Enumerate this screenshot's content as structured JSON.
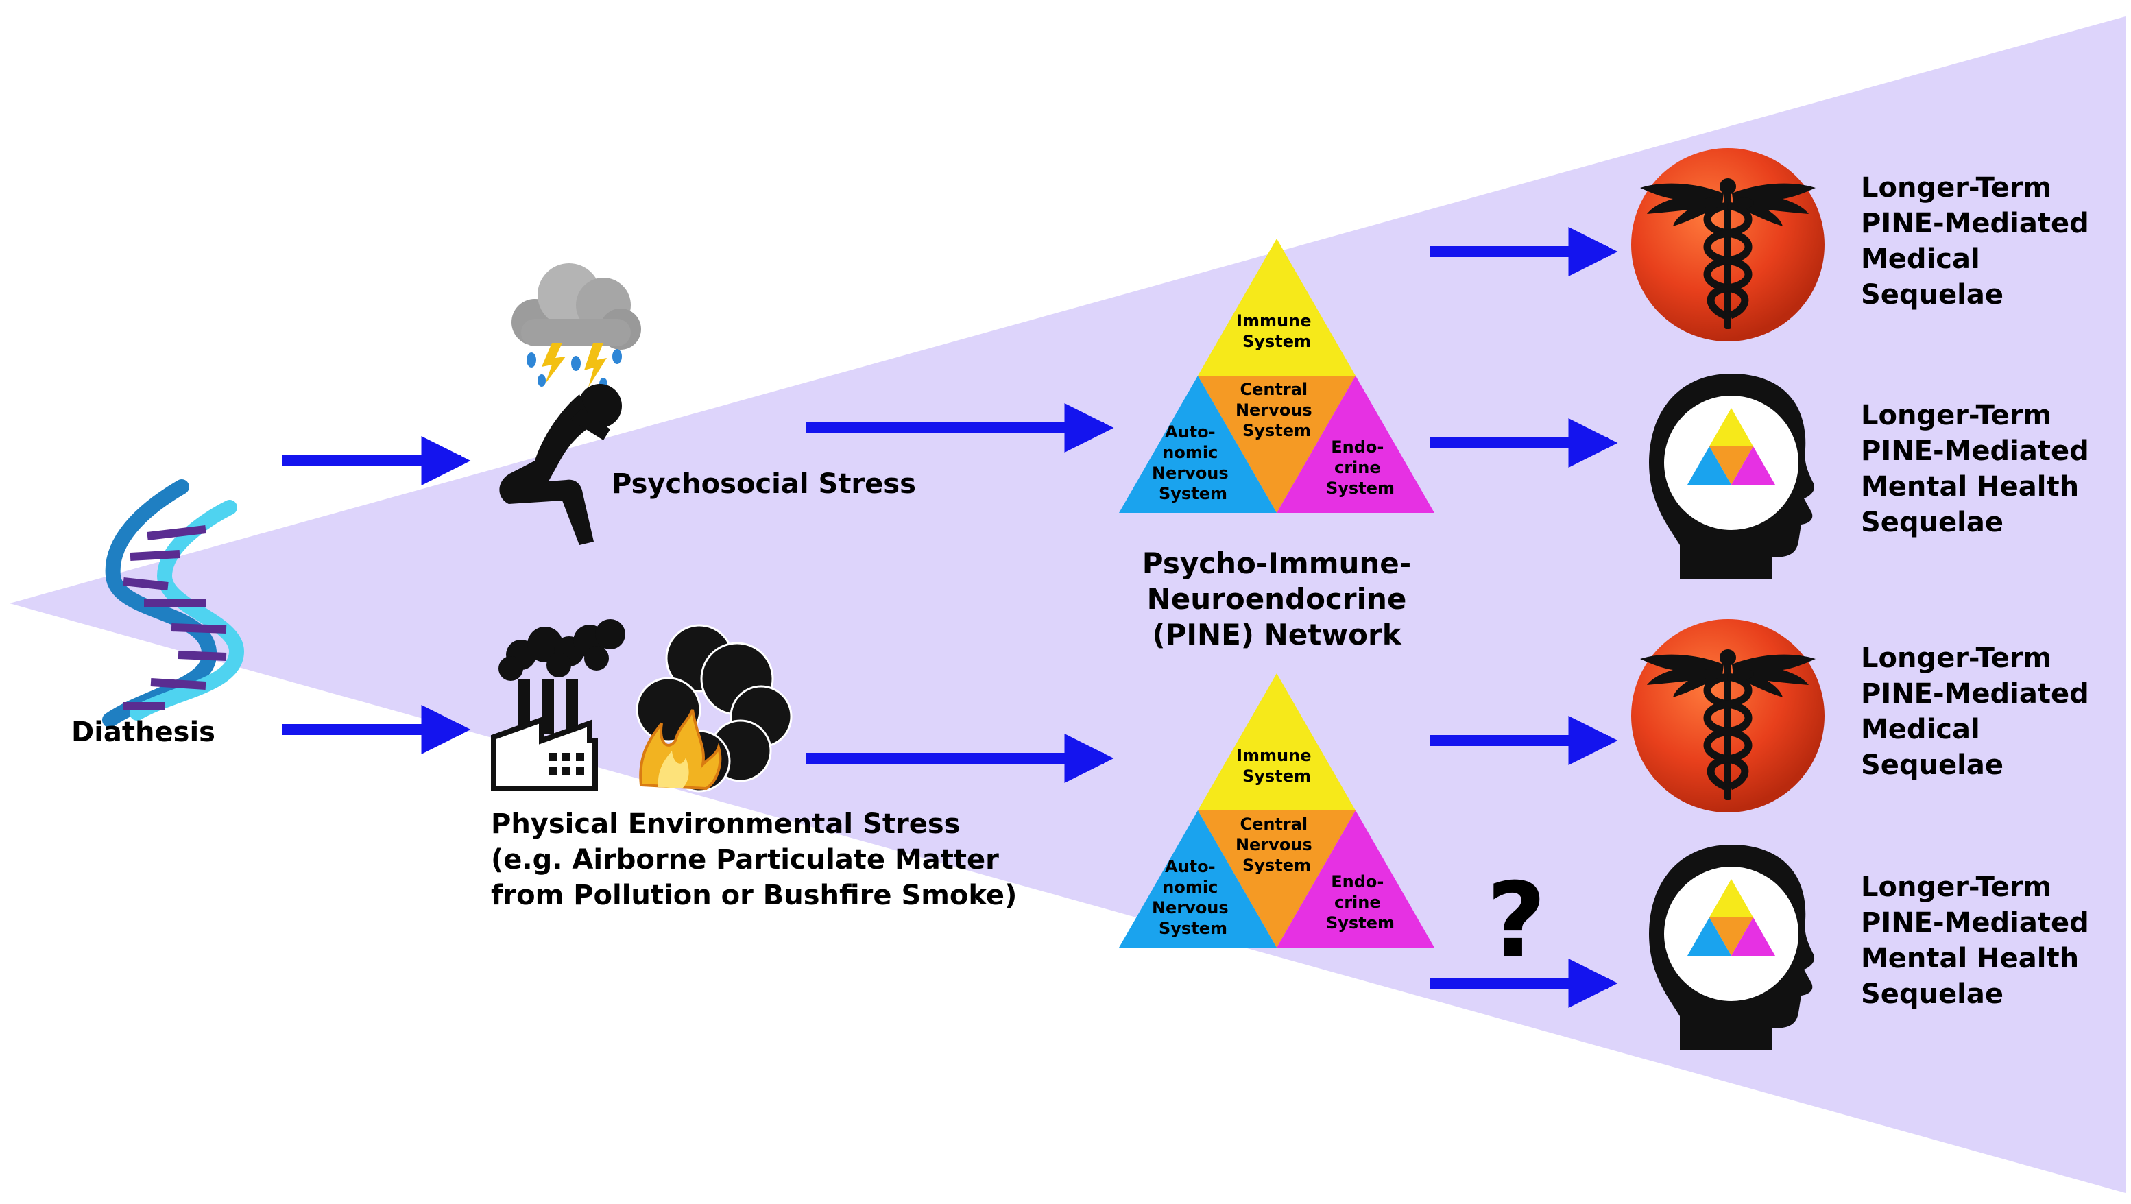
{
  "labels": {
    "diathesis": "Diathesis",
    "psychosocial": "Psychosocial Stress",
    "physical": [
      "Physical Environmental Stress",
      "(e.g. Airborne Particulate Matter",
      "from Pollution or Bushfire Smoke)"
    ],
    "pine_network": [
      "Psycho-Immune-",
      "Neuroendocrine",
      "(PINE) Network"
    ],
    "question_mark": "?"
  },
  "pine_triangle": {
    "immune": [
      "Immune",
      "System"
    ],
    "central": [
      "Central",
      "Nervous",
      "System"
    ],
    "autonomic": [
      "Auto-",
      "nomic",
      "Nervous",
      "System"
    ],
    "endocrine": [
      "Endo-",
      "crine",
      "System"
    ]
  },
  "outcomes": [
    {
      "lines": [
        "Longer-Term",
        "PINE-Mediated",
        "Medical",
        "Sequelae"
      ],
      "icon": "caduceus-icon"
    },
    {
      "lines": [
        "Longer-Term",
        "PINE-Mediated",
        "Mental Health",
        "Sequelae"
      ],
      "icon": "head-icon"
    },
    {
      "lines": [
        "Longer-Term",
        "PINE-Mediated",
        "Medical",
        "Sequelae"
      ],
      "icon": "caduceus-icon"
    },
    {
      "lines": [
        "Longer-Term",
        "PINE-Mediated",
        "Mental Health",
        "Sequelae"
      ],
      "icon": "head-icon"
    }
  ],
  "colors": {
    "funnel": "#ddd4fb",
    "arrow": "#1414ee",
    "immune": "#f6e91a",
    "central": "#f59a24",
    "autonomic": "#1aa3ee",
    "endocrine": "#e631e3",
    "medical_circle": "#e8401c"
  }
}
